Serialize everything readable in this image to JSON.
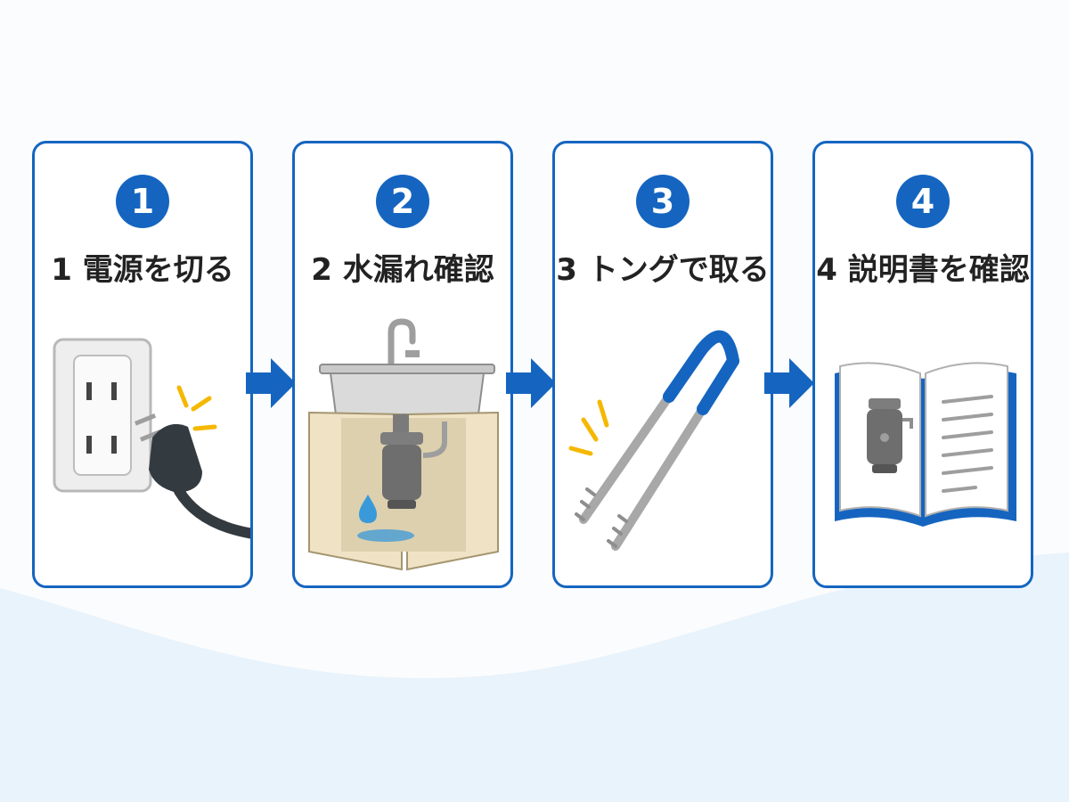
{
  "steps": [
    {
      "number": "1",
      "title": "1 電源を切る"
    },
    {
      "number": "2",
      "title": "2 水漏れ確認"
    },
    {
      "number": "3",
      "title": "3 トングで取る"
    },
    {
      "number": "4",
      "title": "4 説明書を確認"
    }
  ],
  "icons": {
    "step1": "unplug-outlet-icon",
    "step2": "sink-disposer-leak-icon",
    "step3": "tongs-icon",
    "step4": "manual-book-icon",
    "flow": "arrow-right-icon"
  },
  "colors": {
    "accent": "#1565c0",
    "highlight": "#f5b800",
    "water": "#3a9ad9",
    "background_wave": "#e8f3fc"
  }
}
